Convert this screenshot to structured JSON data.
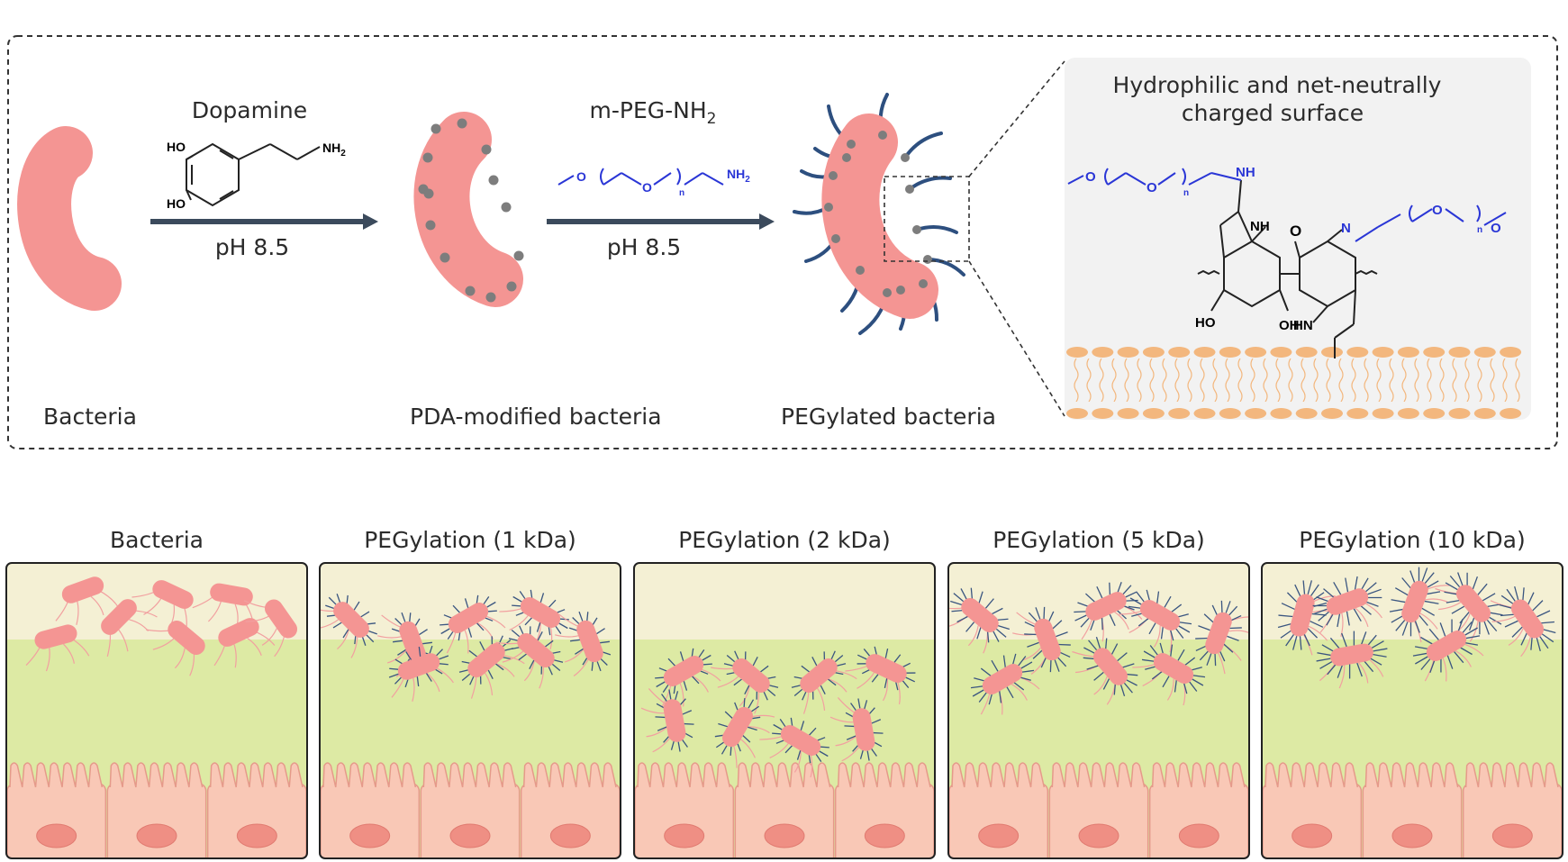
{
  "top": {
    "step1": {
      "reagent": "Dopamine",
      "condition": "pH 8.5"
    },
    "step2": {
      "reagent": "m-PEG-NH",
      "reagent_sub": "2",
      "condition": "pH 8.5"
    },
    "labels": {
      "bacteria": "Bacteria",
      "pda": "PDA-modified bacteria",
      "peg": "PEGylated bacteria"
    },
    "inset": {
      "title_line1": "Hydrophilic and net-neutrally",
      "title_line2": "charged surface"
    },
    "chem": {
      "ho": "HO",
      "nh2": "NH",
      "nh2_sub": "2",
      "o": "O",
      "n_sub": "n",
      "nh": "NH",
      "n": "N",
      "oh": "OH",
      "hn": "HN"
    }
  },
  "panels": [
    {
      "title": "Bacteria"
    },
    {
      "title": "PEGylation (1 kDa)"
    },
    {
      "title": "PEGylation (2 kDa)"
    },
    {
      "title": "PEGylation (5 kDa)"
    },
    {
      "title": "PEGylation (10 kDa)"
    }
  ],
  "colors": {
    "bacterium": "#f49593",
    "peg_chain": "#2d4f7f",
    "pda_dot": "#7d7d7d",
    "arrow": "#3b4a5c",
    "mucus_top": "#f4f0d4",
    "mucus": "#ddeaa4",
    "epithelium": "#f9c8b6",
    "nucleus": "#ef8f84",
    "lipid": "#f3b77e",
    "chem_blue": "#2a36d6"
  }
}
